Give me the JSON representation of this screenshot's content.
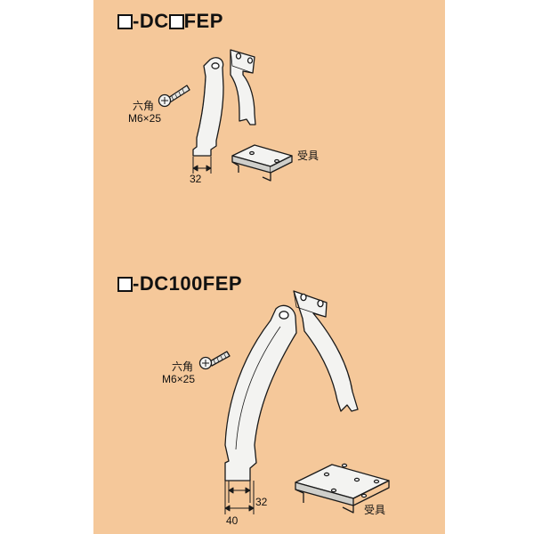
{
  "colors": {
    "background": "#f5c89a",
    "line": "#1a1a1a",
    "part": "#f3f3f1",
    "part_shade": "#cfcfcb"
  },
  "diagram1": {
    "title_prefix": "-DC",
    "title_suffix": "FEP",
    "bolt_label_line1": "六角",
    "bolt_label_line2": "M6×25",
    "dim_width": "32",
    "receiver_label": "受具"
  },
  "diagram2": {
    "title_suffix": "-DC100FEP",
    "bolt_label_line1": "六角",
    "bolt_label_line2": "M6×25",
    "dim_inner": "32",
    "dim_outer": "40",
    "receiver_label": "受具"
  }
}
